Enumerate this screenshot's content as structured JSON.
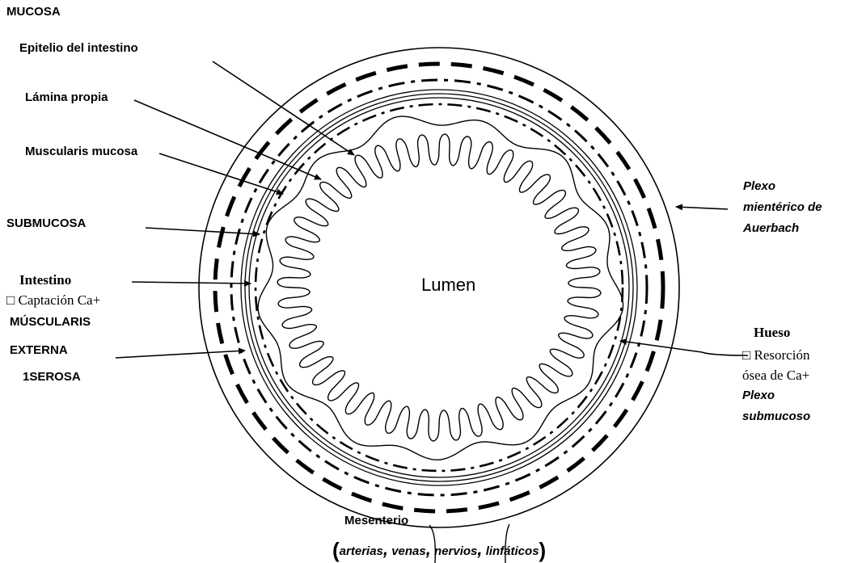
{
  "labels": {
    "mucosa": "MUCOSA",
    "epitelio": "Epitelio del intestino",
    "lamina": "Lámina propia",
    "muscularis_mucosa": "Muscularis mucosa",
    "submucosa": "SUBMUCOSA",
    "intestino": "Intestino",
    "captacion": "□ Captación Ca+",
    "muscularis_externa_1": "MÚSCULARIS",
    "muscularis_externa_2": "EXTERNA",
    "serosa": "1SEROSA",
    "lumen": "Lumen",
    "plexo_mient_1": "Plexo",
    "plexo_mient_2": "mientérico de",
    "plexo_mient_3": "Auerbach",
    "hueso": "Hueso",
    "resorcion_1": "□ Resorción",
    "resorcion_2": "ósea de Ca+",
    "plexo_sub_1": "Plexo",
    "plexo_sub_2": "submucoso",
    "mesenterio": "Mesenterio",
    "paren_open": "(",
    "arterias": "arterias",
    "venas": "venas",
    "nervios": "nervios",
    "linfaticos": "linfáticos",
    "comma": ",",
    "paren_close": ")"
  }
}
